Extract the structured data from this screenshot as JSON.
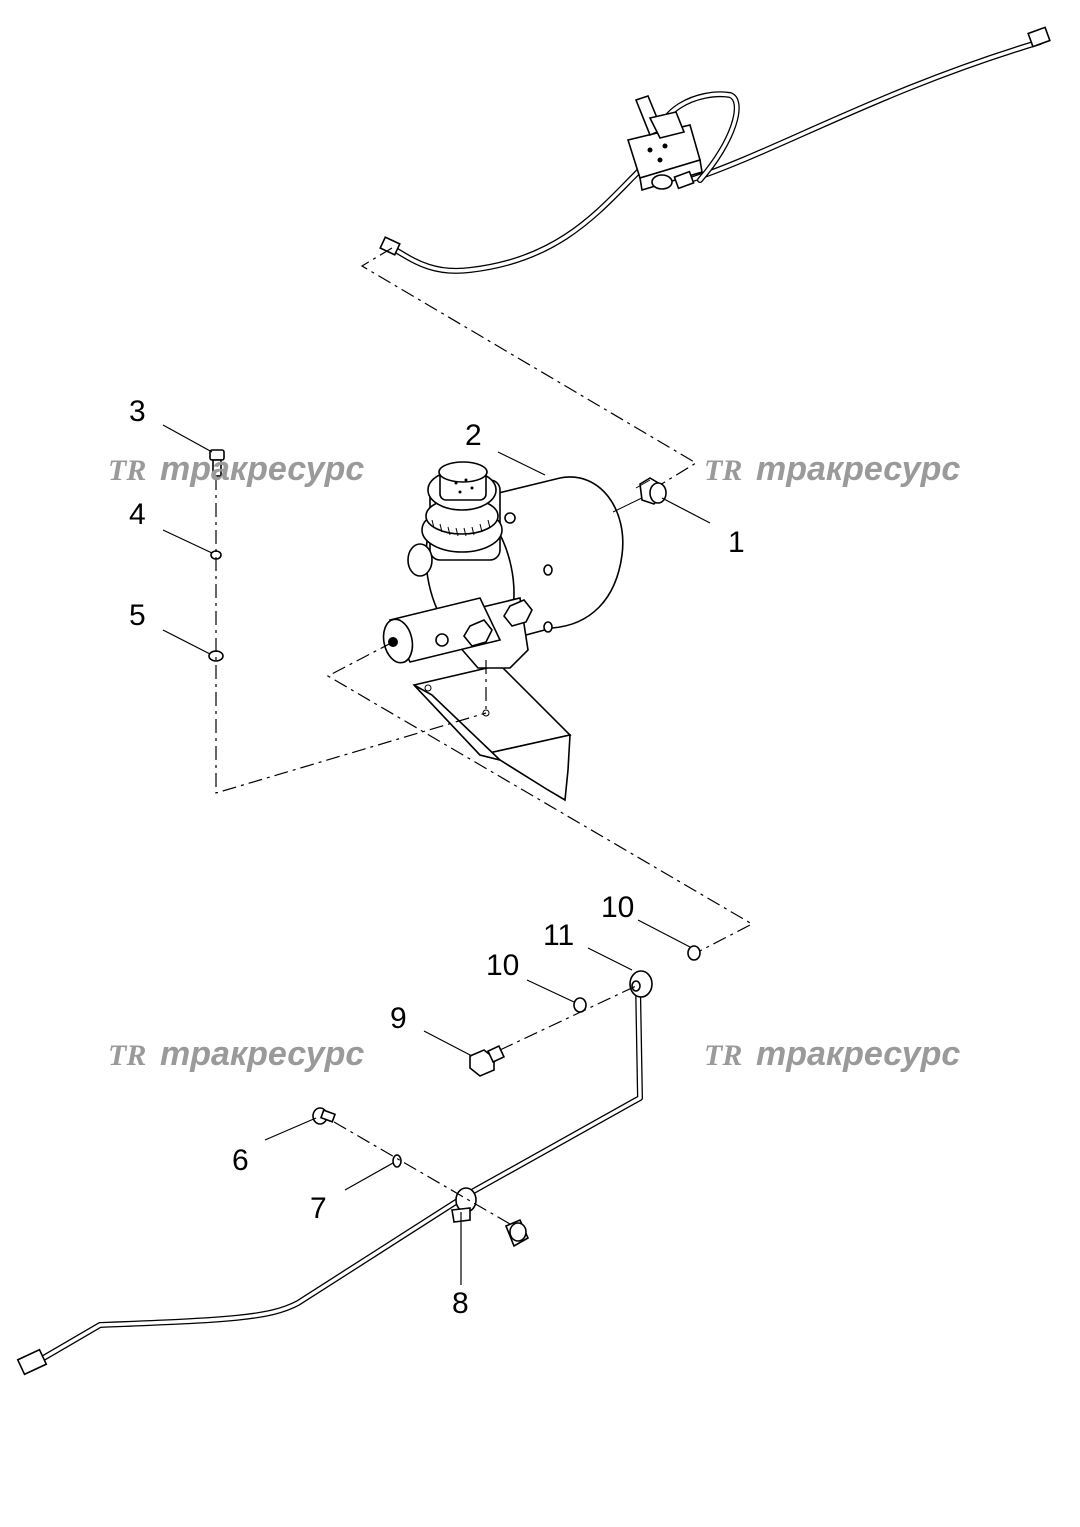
{
  "callouts": {
    "c1": "1",
    "c2": "2",
    "c3": "3",
    "c4": "4",
    "c5": "5",
    "c6": "6",
    "c7": "7",
    "c8": "8",
    "c9": "9",
    "c10a": "10",
    "c10b": "10",
    "c11": "11"
  },
  "watermark": {
    "logo": "TR",
    "text": "тракресурс",
    "color": "#9a9a9a"
  }
}
